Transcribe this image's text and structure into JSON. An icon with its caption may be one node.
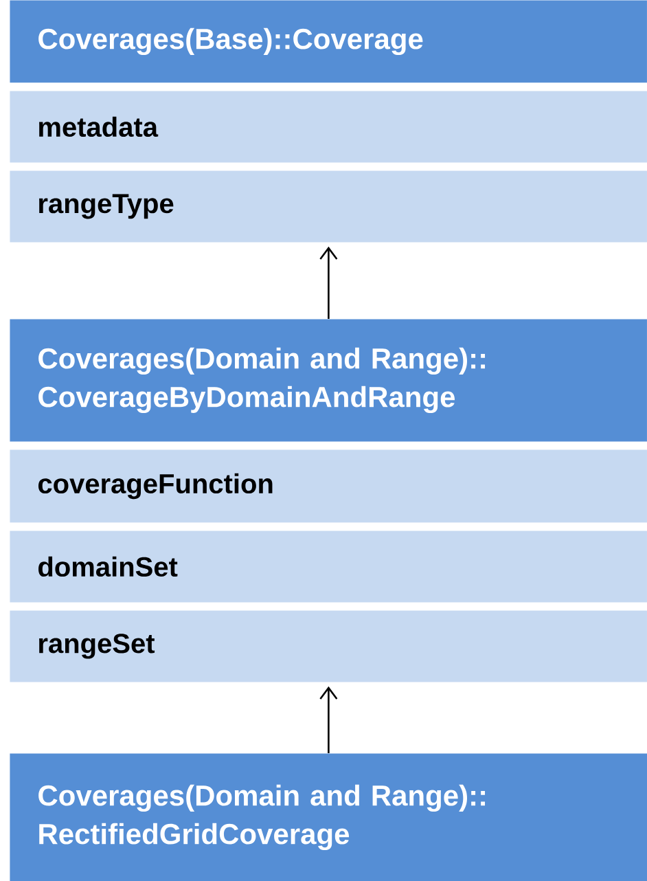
{
  "diagram": {
    "nodes": [
      {
        "text": [
          "Coverages(Base)::Coverage"
        ]
      },
      {
        "text": [
          "metadata"
        ]
      },
      {
        "text": [
          "rangeType"
        ]
      },
      {
        "text": [
          "Coverages(Domain and Range):: CoverageByDomainAndRange"
        ]
      },
      {
        "text": [
          "coverageFunction"
        ]
      },
      {
        "text": [
          "domainSet"
        ]
      },
      {
        "text": [
          "rangeSet"
        ]
      },
      {
        "text": [
          "Coverages(Domain and Range):: RectifiedGridCoverage"
        ]
      }
    ],
    "edges": [
      {
        "from": 3,
        "to": 2,
        "arrow": "to"
      },
      {
        "from": 7,
        "to": 6,
        "arrow": "to"
      }
    ]
  }
}
